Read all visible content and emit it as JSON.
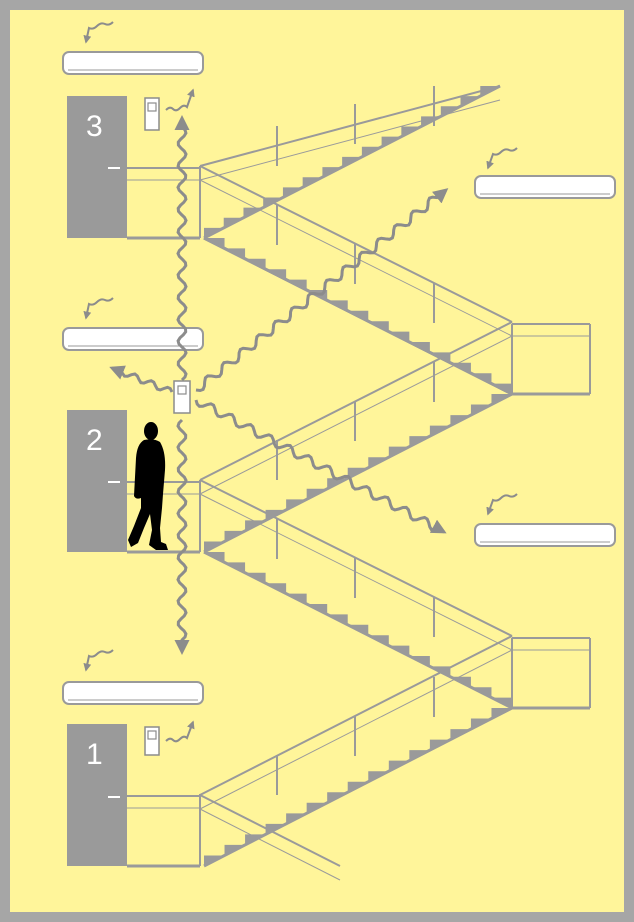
{
  "floors": [
    {
      "label": "3"
    },
    {
      "label": "2"
    },
    {
      "label": "1"
    }
  ],
  "colors": {
    "background": "#fff59a",
    "border": "#a6a6a6",
    "structure": "#9a9a9a",
    "person": "#000000",
    "unit": "#ffffff"
  }
}
